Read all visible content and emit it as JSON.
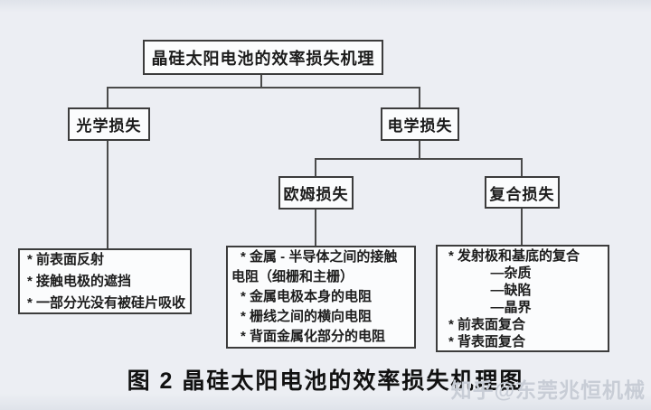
{
  "colors": {
    "background": "#eceef3",
    "box_fill": "#fbfcfd",
    "box_border": "#3c3c3c",
    "connector": "#4a4a4a",
    "text": "#1c1c1c",
    "watermark": "#c8cdd6"
  },
  "diagram": {
    "root_label": "晶硅太阳电池的效率损失机理",
    "nodes": {
      "optical": "光学损失",
      "electrical": "电学损失",
      "ohmic": "欧姆损失",
      "recombination": "复合损失"
    },
    "details": {
      "optical_lines": [
        "* 前表面反射",
        "* 接触电极的遮挡",
        "* 一部分光没有被硅片吸收"
      ],
      "ohmic_lines": [
        "* 金属 - 半导体之间的接触",
        "电阻（细栅和主栅）",
        "* 金属电极本身的电阻",
        "* 栅线之间的横向电阻",
        "* 背面金属化部分的电阻"
      ],
      "recombination_lines": [
        "* 发射极和基底的复合",
        "—杂质",
        "—缺陷",
        "—晶界",
        "* 前表面复合",
        "* 背表面复合"
      ]
    },
    "caption": "图 2 晶硅太阳电池的效率损失机理图",
    "watermark": "知乎@东莞兆恒机械"
  }
}
